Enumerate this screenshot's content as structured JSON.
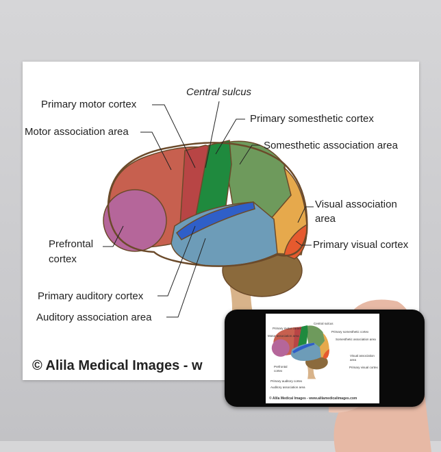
{
  "diagram": {
    "labels": {
      "central_sulcus": "Central sulcus",
      "primary_motor": "Primary motor cortex",
      "motor_association": "Motor association area",
      "primary_somesthetic": "Primary somesthetic cortex",
      "somesthetic_association": "Somesthetic association area",
      "visual_association_1": "Visual association",
      "visual_association_2": "area",
      "primary_visual": "Primary visual cortex",
      "prefrontal_1": "Prefrontal",
      "prefrontal_2": "cortex",
      "primary_auditory": "Primary auditory cortex",
      "auditory_association": "Auditory association area"
    },
    "copyright": "© Alila Medical Images  -  w",
    "phone_copyright": "© Alila Medical Images  -  www.alilamedicalimages.com",
    "colors": {
      "prefrontal": "#b5669a",
      "motor_association": "#c7604f",
      "primary_motor": "#b84545",
      "primary_somesthetic": "#1f8a3e",
      "somesthetic_association": "#6e9a5c",
      "visual_association": "#e6a94c",
      "primary_visual": "#e65a2e",
      "auditory_association": "#6d9cb8",
      "primary_auditory": "#2f5fc8",
      "cerebellum": "#8b6a3c",
      "brainstem": "#d8b38a"
    }
  }
}
